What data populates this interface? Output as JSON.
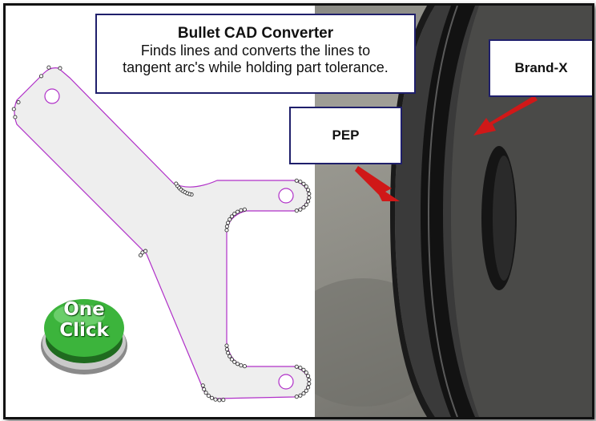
{
  "title_box": {
    "title": "Bullet CAD Converter",
    "line1": "Finds lines and converts the lines to",
    "line2": "tangent arc's while holding part tolerance."
  },
  "labels": {
    "pep": "PEP",
    "brand_x": "Brand-X"
  },
  "one_click_button": {
    "line1": "One",
    "line2": "Click"
  },
  "colors": {
    "outline": "#b030c8",
    "part_fill": "#eeeeee",
    "arrow": "#d01818",
    "callout_border": "#1f1f6b",
    "button_green": "#3cb43c"
  }
}
